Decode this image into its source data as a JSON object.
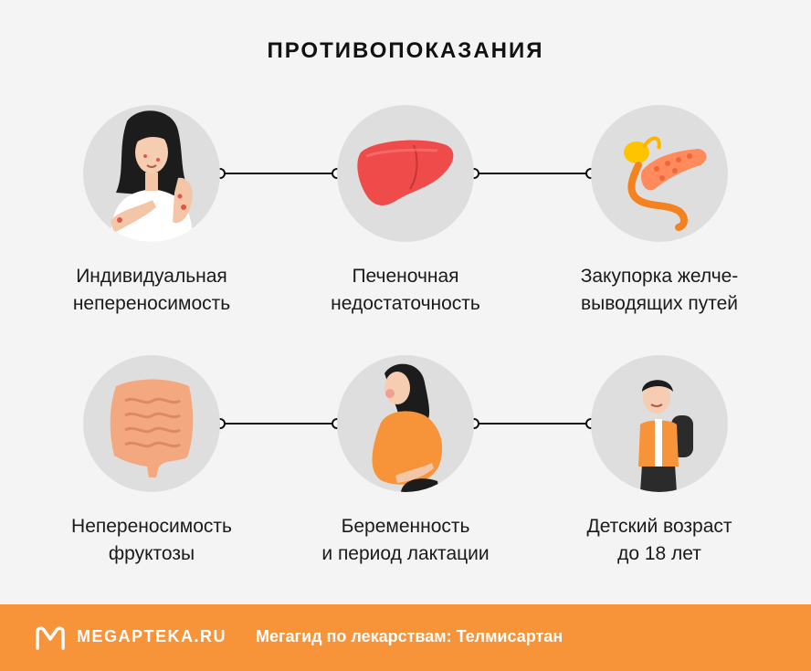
{
  "title": "ПРОТИВОПОКАЗАНИЯ",
  "colors": {
    "accent": "#f7943a",
    "background": "#f4f4f4",
    "circle": "#dedede",
    "liver": "#ef4b4b"
  },
  "items": [
    {
      "line1": "Индивидуальная",
      "line2": "непереносимость",
      "icon": "allergy-woman"
    },
    {
      "line1": "Печеночная",
      "line2": "недостаточность",
      "icon": "liver"
    },
    {
      "line1": "Закупорка желче-",
      "line2": "выводящих путей",
      "icon": "pancreas-gallbladder"
    },
    {
      "line1": "Непереносимость",
      "line2": "фруктозы",
      "icon": "intestine"
    },
    {
      "line1": "Беременность",
      "line2": "и период лактации",
      "icon": "pregnant-woman"
    },
    {
      "line1": "Детский возраст",
      "line2": "до 18 лет",
      "icon": "schoolboy"
    }
  ],
  "footer": {
    "brand": "MEGAPTEKA.RU",
    "tagline": "Мегагид по лекарствам: Телмисартан"
  }
}
